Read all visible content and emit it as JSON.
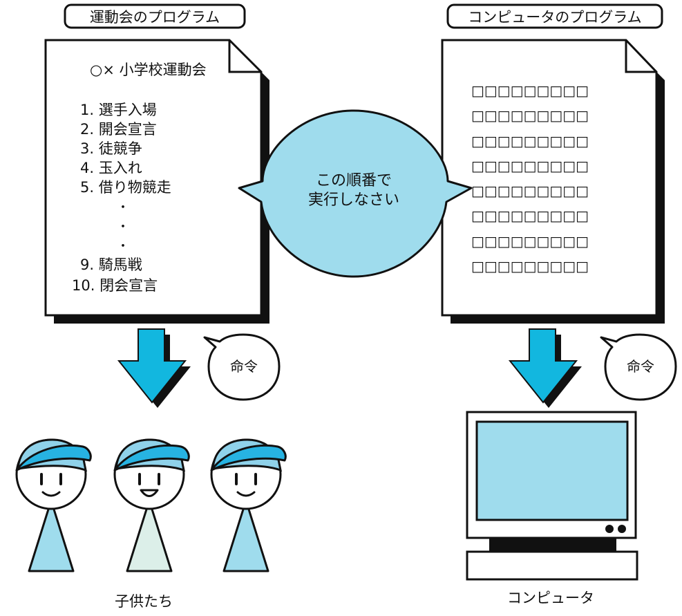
{
  "left_panel": {
    "title": "運動会のプログラム",
    "doc_heading": "○× 小学校運動会",
    "items": [
      "1. 選手入場",
      "2. 開会宣言",
      "3. 徒競争",
      "4. 玉入れ",
      "5. 借り物競走",
      "9. 騎馬戦",
      "10. 閉会宣言"
    ],
    "ellipsis": [
      "・",
      "・",
      "・"
    ],
    "command_label": "命令",
    "caption": "子供たち"
  },
  "right_panel": {
    "title": "コンピュータのプログラム",
    "code_lines": [
      "□□□□□□□□□",
      "□□□□□□□□□",
      "□□□□□□□□□",
      "□□□□□□□□□",
      "□□□□□□□□□",
      "□□□□□□□□□",
      "□□□□□□□□□",
      "□□□□□□□□□"
    ],
    "command_label": "命令",
    "caption": "コンピュータ"
  },
  "center_bubble": {
    "line1": "この順番で",
    "line2": "実行しなさい"
  },
  "colors": {
    "bubble_fill": "#9fdced",
    "arrow_fill": "#12b7df",
    "cap_fill": "#27b3e2",
    "face_top_fill": "#8fd2ea",
    "body_blue": "#9fdced",
    "body_pale": "#dcefe9",
    "screen_fill": "#9fdced",
    "outline": "#111111"
  }
}
